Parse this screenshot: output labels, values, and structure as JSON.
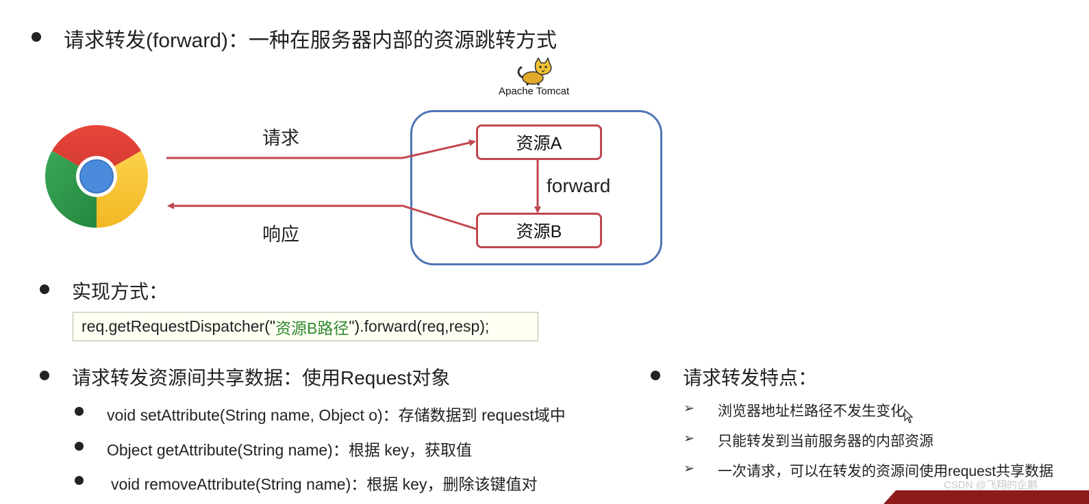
{
  "heading": {
    "title": "请求转发(forward)：一种在服务器内部的资源跳转方式"
  },
  "diagram": {
    "tomcat_label": "Apache Tomcat",
    "request_label": "请求",
    "response_label": "响应",
    "resource_a": "资源A",
    "resource_b": "资源B",
    "forward_label": "forward"
  },
  "impl": {
    "heading": "实现方式：",
    "code_prefix": "req.getRequestDispatcher(\"",
    "code_string": "资源B路径",
    "code_suffix": "\").forward(req,resp);"
  },
  "sharing": {
    "heading": "请求转发资源间共享数据：使用Request对象",
    "items": [
      "void setAttribute(String name, Object o)：存储数据到 request域中",
      "Object getAttribute(String name)：根据 key，获取值",
      "void removeAttribute(String name)：根据 key，删除该键值对"
    ]
  },
  "features": {
    "heading": "请求转发特点：",
    "items": [
      "浏览器地址栏路径不发生变化",
      "只能转发到当前服务器的内部资源",
      "一次请求，可以在转发的资源间使用request共享数据"
    ],
    "marker": "➢"
  },
  "watermark": "CSDN @飞翔的企鹅",
  "colors": {
    "arrow": "#c0474f",
    "server_border": "#4f74b6",
    "code_string": "#2f8a2f"
  },
  "icons": {
    "browser": "chrome-icon",
    "server": "tomcat-icon"
  }
}
